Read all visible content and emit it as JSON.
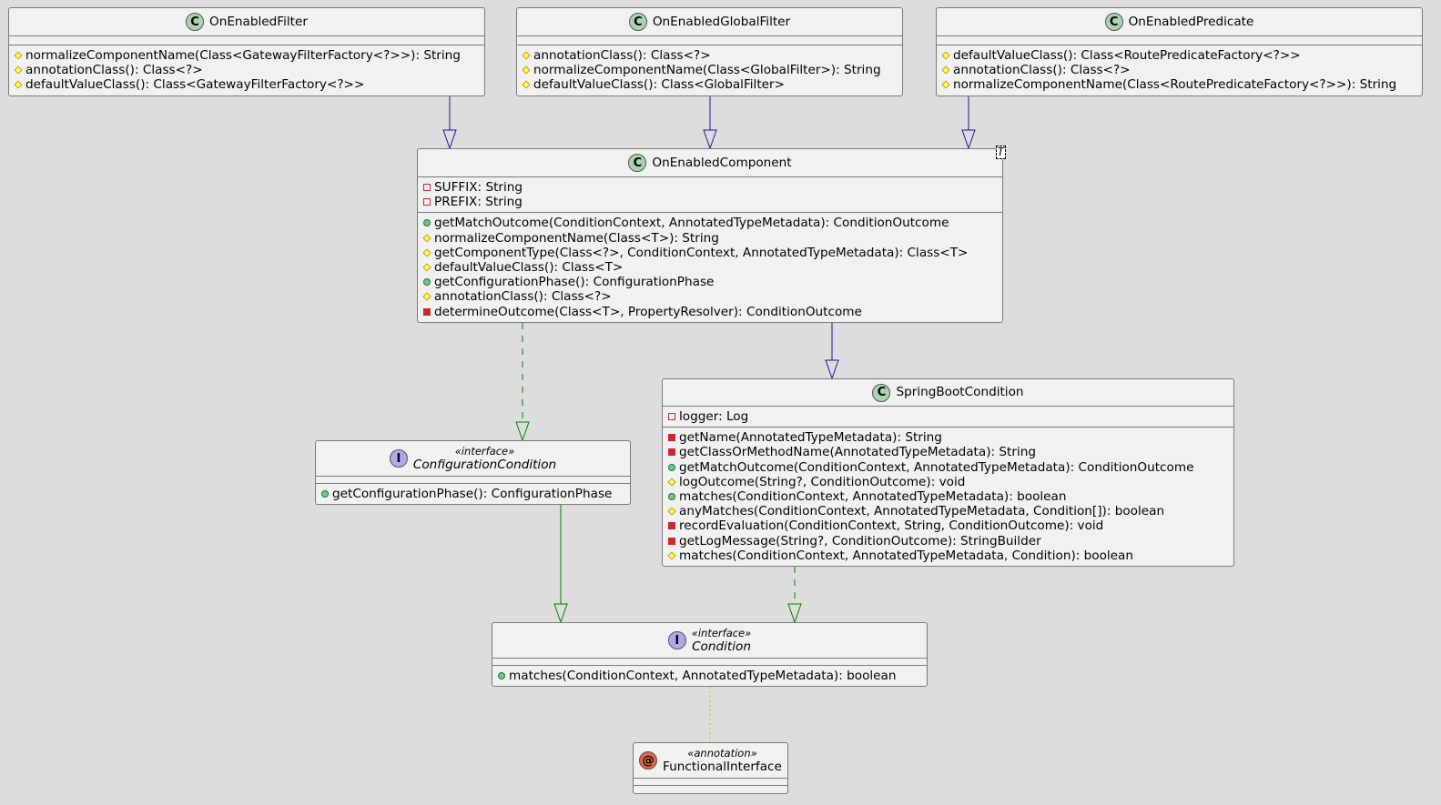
{
  "diagram": {
    "classes": [
      {
        "id": "OnEnabledFilter",
        "kind": "class",
        "badge": "C",
        "name": "OnEnabledFilter",
        "fields": [],
        "methods": [
          {
            "vis": "protected",
            "text": "normalizeComponentName(Class<GatewayFilterFactory<?>>): String"
          },
          {
            "vis": "protected",
            "text": "annotationClass(): Class<?>"
          },
          {
            "vis": "protected",
            "text": "defaultValueClass(): Class<GatewayFilterFactory<?>>"
          }
        ]
      },
      {
        "id": "OnEnabledGlobalFilter",
        "kind": "class",
        "badge": "C",
        "name": "OnEnabledGlobalFilter",
        "fields": [],
        "methods": [
          {
            "vis": "protected",
            "text": "annotationClass(): Class<?>"
          },
          {
            "vis": "protected",
            "text": "normalizeComponentName(Class<GlobalFilter>): String"
          },
          {
            "vis": "protected",
            "text": "defaultValueClass(): Class<GlobalFilter>"
          }
        ]
      },
      {
        "id": "OnEnabledPredicate",
        "kind": "class",
        "badge": "C",
        "name": "OnEnabledPredicate",
        "fields": [],
        "methods": [
          {
            "vis": "protected",
            "text": "defaultValueClass(): Class<RoutePredicateFactory<?>>"
          },
          {
            "vis": "protected",
            "text": "annotationClass(): Class<?>"
          },
          {
            "vis": "protected",
            "text": "normalizeComponentName(Class<RoutePredicateFactory<?>>): String"
          }
        ]
      },
      {
        "id": "OnEnabledComponent",
        "kind": "class",
        "badge": "C",
        "name": "OnEnabledComponent",
        "type_param": "T",
        "fields": [
          {
            "vis": "private-field",
            "text": "SUFFIX: String"
          },
          {
            "vis": "private-field",
            "text": "PREFIX: String"
          }
        ],
        "methods": [
          {
            "vis": "public",
            "text": "getMatchOutcome(ConditionContext, AnnotatedTypeMetadata): ConditionOutcome"
          },
          {
            "vis": "protected",
            "text": "normalizeComponentName(Class<T>): String"
          },
          {
            "vis": "protected",
            "text": "getComponentType(Class<?>, ConditionContext, AnnotatedTypeMetadata): Class<T>"
          },
          {
            "vis": "protected",
            "text": "defaultValueClass(): Class<T>"
          },
          {
            "vis": "public",
            "text": "getConfigurationPhase(): ConfigurationPhase"
          },
          {
            "vis": "protected",
            "text": "annotationClass(): Class<?>"
          },
          {
            "vis": "private",
            "text": "determineOutcome(Class<T>, PropertyResolver): ConditionOutcome"
          }
        ]
      },
      {
        "id": "ConfigurationCondition",
        "kind": "interface",
        "badge": "I",
        "stereotype": "«interface»",
        "name": "ConfigurationCondition",
        "fields": [],
        "methods": [
          {
            "vis": "public",
            "text": "getConfigurationPhase(): ConfigurationPhase"
          }
        ]
      },
      {
        "id": "SpringBootCondition",
        "kind": "class",
        "badge": "C",
        "name": "SpringBootCondition",
        "fields": [
          {
            "vis": "private-field",
            "text": "logger: Log"
          }
        ],
        "methods": [
          {
            "vis": "private",
            "text": "getName(AnnotatedTypeMetadata): String"
          },
          {
            "vis": "private",
            "text": "getClassOrMethodName(AnnotatedTypeMetadata): String"
          },
          {
            "vis": "public",
            "text": "getMatchOutcome(ConditionContext, AnnotatedTypeMetadata): ConditionOutcome"
          },
          {
            "vis": "protected",
            "text": "logOutcome(String?, ConditionOutcome): void"
          },
          {
            "vis": "public",
            "text": "matches(ConditionContext, AnnotatedTypeMetadata): boolean"
          },
          {
            "vis": "protected",
            "text": "anyMatches(ConditionContext, AnnotatedTypeMetadata, Condition[]): boolean"
          },
          {
            "vis": "private",
            "text": "recordEvaluation(ConditionContext, String, ConditionOutcome): void"
          },
          {
            "vis": "private",
            "text": "getLogMessage(String?, ConditionOutcome): StringBuilder"
          },
          {
            "vis": "protected",
            "text": "matches(ConditionContext, AnnotatedTypeMetadata, Condition): boolean"
          }
        ]
      },
      {
        "id": "Condition",
        "kind": "interface",
        "badge": "I",
        "stereotype": "«interface»",
        "name": "Condition",
        "fields": [],
        "methods": [
          {
            "vis": "public",
            "text": "matches(ConditionContext, AnnotatedTypeMetadata): boolean"
          }
        ]
      },
      {
        "id": "FunctionalInterface",
        "kind": "annotation",
        "badge": "@",
        "stereotype": "«annotation»",
        "name": "FunctionalInterface",
        "fields": [],
        "methods": []
      }
    ],
    "relations": [
      {
        "from": "OnEnabledFilter",
        "to": "OnEnabledComponent",
        "type": "extends",
        "color": "#181894"
      },
      {
        "from": "OnEnabledGlobalFilter",
        "to": "OnEnabledComponent",
        "type": "extends",
        "color": "#181894"
      },
      {
        "from": "OnEnabledPredicate",
        "to": "OnEnabledComponent",
        "type": "extends",
        "color": "#181894"
      },
      {
        "from": "OnEnabledComponent",
        "to": "ConfigurationCondition",
        "type": "implements",
        "color": "#008000"
      },
      {
        "from": "OnEnabledComponent",
        "to": "SpringBootCondition",
        "type": "extends",
        "color": "#181894"
      },
      {
        "from": "ConfigurationCondition",
        "to": "Condition",
        "type": "extends",
        "color": "#008000"
      },
      {
        "from": "SpringBootCondition",
        "to": "Condition",
        "type": "implements",
        "color": "#008000"
      },
      {
        "from": "Condition",
        "to": "FunctionalInterface",
        "type": "annotated",
        "color": "#c9c900"
      }
    ]
  }
}
